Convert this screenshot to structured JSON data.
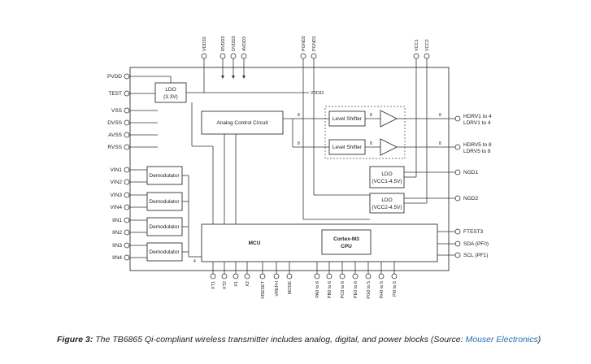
{
  "blocks": {
    "ldo33": [
      "LDO",
      "(3.3V)"
    ],
    "analog": "Analog Control Circuit",
    "level_shifter": "Level Shifter",
    "ldo1": [
      "LDO",
      "(VCC1-4.5V)"
    ],
    "ldo2": [
      "LDO",
      "(VCC2-4.5V)"
    ],
    "demodulator": "Demodulator",
    "mcu": "MCU",
    "cpu": [
      "Cortex-M3",
      "CPU"
    ],
    "vdd33_net": "VDD33"
  },
  "pins": {
    "top": [
      "VDD33",
      "RVDD3",
      "DVDD3",
      "AVDD3",
      "PGND2",
      "PGND1",
      "VCC1",
      "VCC2"
    ],
    "left": [
      "PVDD",
      "TEST",
      "VSS",
      "DVSS",
      "AVSS",
      "RVSS",
      "VIN1",
      "VIN2",
      "VIN3",
      "VIN4",
      "IIN1",
      "IIN2",
      "IIN3",
      "IIN4"
    ],
    "right": [
      "HDRV1 to 4",
      "LDRV1 to 4",
      "HDRV5 to 8",
      "LDRV5 to 8",
      "NGD1",
      "NGD2",
      "FTEST3",
      "SDA (PF0)",
      "SCL (PF1)"
    ],
    "bottom": [
      "XT1",
      "XT2",
      "X1",
      "X2",
      "XRESET",
      "VREFH",
      "MODE",
      "PA0 to 6",
      "PB0 to 6",
      "PC0 to 6",
      "PE0 to 6",
      "PG0 to 5",
      "PH0 to 5",
      "PI0 to 5"
    ]
  },
  "bus_widths": [
    "8",
    "8",
    "8",
    "8",
    "8",
    "8",
    "4"
  ],
  "caption": {
    "figure": "Figure 3:",
    "text": " The TB6865 Qi-compliant wireless transmitter includes analog, digital, and power blocks (Source: ",
    "source": "Mouser Electronics",
    "end": ")"
  }
}
